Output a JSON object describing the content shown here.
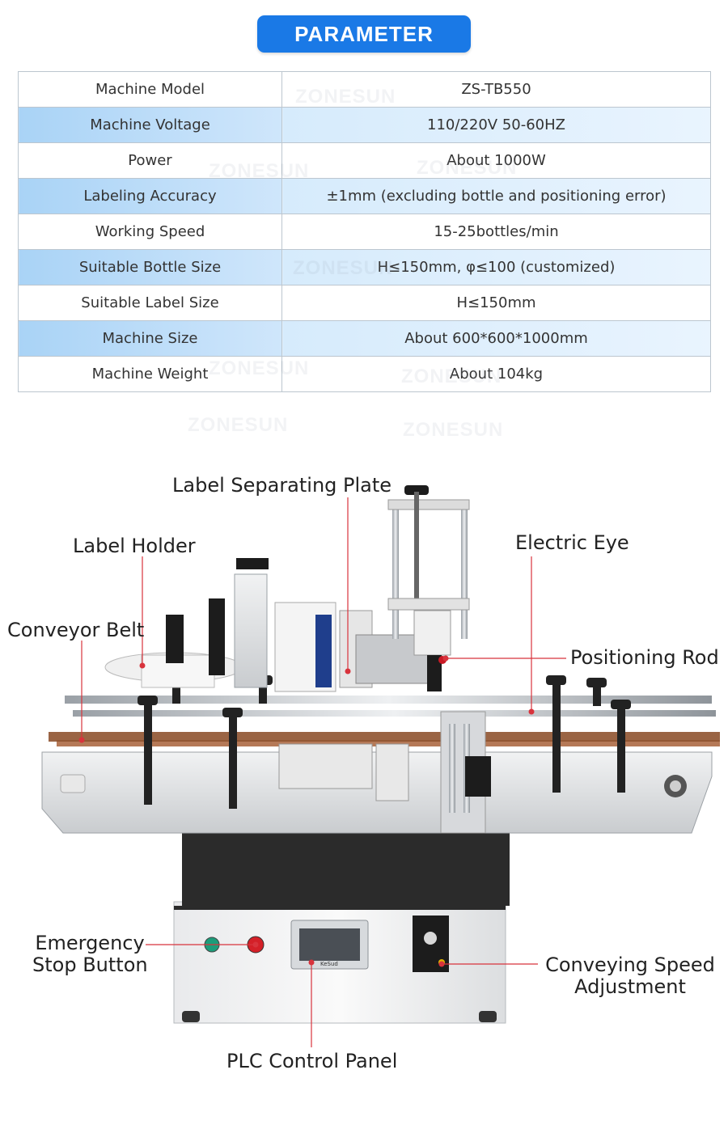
{
  "banner": {
    "title": "PARAMETER"
  },
  "parameters": [
    {
      "label": "Machine Model",
      "value": "ZS-TB550"
    },
    {
      "label": "Machine Voltage",
      "value": "110/220V 50-60HZ"
    },
    {
      "label": "Power",
      "value": "About 1000W"
    },
    {
      "label": "Labeling Accuracy",
      "value": "±1mm (excluding bottle and positioning error)"
    },
    {
      "label": "Working Speed",
      "value": "15-25bottles/min"
    },
    {
      "label": "Suitable Bottle Size",
      "value": "H≤150mm, φ≤100 (customized)"
    },
    {
      "label": "Suitable Label Size",
      "value": "H≤150mm"
    },
    {
      "label": "Machine Size",
      "value": "About 600*600*1000mm"
    },
    {
      "label": "Machine Weight",
      "value": "About 104kg"
    }
  ],
  "watermark": "ZONESUN",
  "diagram": {
    "callouts": {
      "label_separating_plate": "Label Separating Plate",
      "label_holder": "Label Holder",
      "electric_eye": "Electric Eye",
      "conveyor_belt": "Conveyor Belt",
      "positioning_rod": "Positioning Rod",
      "emergency_stop_1": "Emergency",
      "emergency_stop_2": "Stop Button",
      "conveying_speed_1": "Conveying Speed",
      "conveying_speed_2": "Adjustment",
      "plc_control_panel": "PLC Control Panel"
    },
    "hmi_brand": "KeSud"
  },
  "colors": {
    "banner": "#1a79e6",
    "row_blue": "#cfe6fb",
    "callout_line": "#d8333c"
  }
}
